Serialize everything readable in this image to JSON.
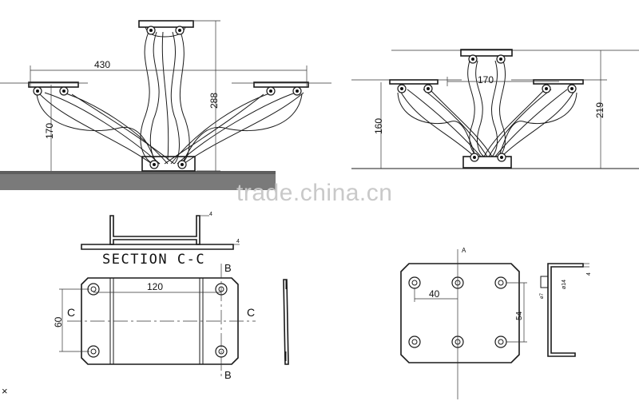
{
  "top_left_view": {
    "dim_width": "430",
    "dim_height_tall": "288",
    "dim_height_low": "170"
  },
  "top_right_view": {
    "dim_width": "170",
    "dim_height_low": "160",
    "dim_height_tall": "219"
  },
  "watermark": "trade.china.cn",
  "section_view": {
    "label": "SECTION C-C",
    "dim_thickness_top": "4",
    "dim_thickness_side": "4"
  },
  "plate_view": {
    "dim_width": "120",
    "dim_height": "60",
    "section_marker": "C",
    "cut_marker": "B"
  },
  "bracket_view": {
    "axis_marker": "A",
    "dim_pitch_x": "40",
    "dim_pitch_y": "54",
    "dim_hole": "ø14",
    "dim_bolt": "ø7",
    "dim_thickness": "4"
  },
  "corner_mark": "×"
}
